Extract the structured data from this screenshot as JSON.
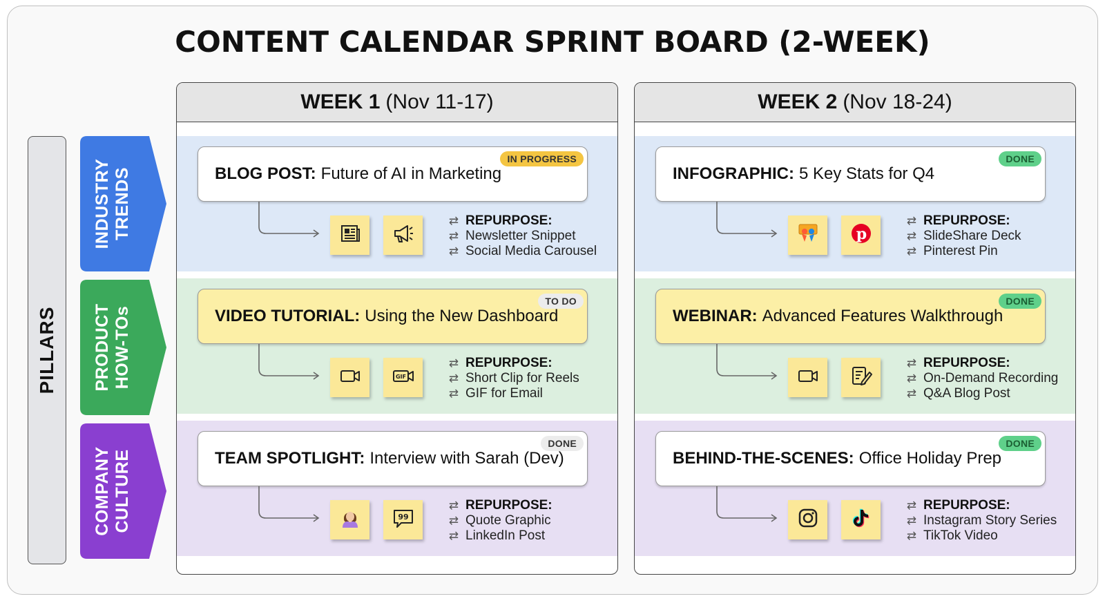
{
  "title": "CONTENT CALENDAR SPRINT BOARD (2-WEEK)",
  "pillars_label": "PILLARS",
  "pillars": [
    {
      "line1": "INDUSTRY",
      "line2": "TRENDS",
      "color": "#3f7ae3"
    },
    {
      "line1": "PRODUCT",
      "line2": "HOW-TOs",
      "color": "#3ba95b"
    },
    {
      "line1": "COMPANY",
      "line2": "CULTURE",
      "color": "#8a3fd0"
    }
  ],
  "weeks": [
    {
      "label": "WEEK 1",
      "dates": "(Nov 11-17)",
      "items": [
        {
          "type": "BLOG POST:",
          "title": "Future of AI in Marketing",
          "status": "IN PROGRESS",
          "status_color": "#f4c542",
          "icons": [
            "newspaper-icon",
            "megaphone-icon"
          ],
          "repurpose_label": "REPURPOSE:",
          "repurpose": [
            "Newsletter Snippet",
            "Social Media Carousel"
          ]
        },
        {
          "type": "VIDEO TUTORIAL:",
          "title": "Using the New Dashboard",
          "status": "TO DO",
          "status_color": "#ececec",
          "icons": [
            "video-camera-icon",
            "gif-camera-icon"
          ],
          "repurpose_label": "REPURPOSE:",
          "repurpose": [
            "Short Clip for Reels",
            "GIF for Email"
          ]
        },
        {
          "type": "TEAM SPOTLIGHT:",
          "title": "Interview with Sarah (Dev)",
          "status": "DONE",
          "status_color": "#ececec",
          "icons": [
            "person-avatar-icon",
            "quote-bubble-icon"
          ],
          "repurpose_label": "REPURPOSE:",
          "repurpose": [
            "Quote Graphic",
            "LinkedIn Post"
          ]
        }
      ]
    },
    {
      "label": "WEEK 2",
      "dates": "(Nov 18-24)",
      "items": [
        {
          "type": "INFOGRAPHIC:",
          "title": "5 Key Stats for Q4",
          "status": "DONE",
          "status_color": "#5fd08a",
          "icons": [
            "slideshare-icon",
            "pinterest-icon"
          ],
          "repurpose_label": "REPURPOSE:",
          "repurpose": [
            "SlideShare Deck",
            "Pinterest Pin"
          ]
        },
        {
          "type": "WEBINAR:",
          "title": "Advanced Features Walkthrough",
          "status": "DONE",
          "status_color": "#5fd08a",
          "icons": [
            "video-camera-icon",
            "edit-note-icon"
          ],
          "repurpose_label": "REPURPOSE:",
          "repurpose": [
            "On-Demand Recording",
            "Q&A Blog Post"
          ]
        },
        {
          "type": "BEHIND-THE-SCENES:",
          "title": "Office Holiday Prep",
          "status": "DONE",
          "status_color": "#5fd08a",
          "icons": [
            "instagram-icon",
            "tiktok-icon"
          ],
          "repurpose_label": "REPURPOSE:",
          "repurpose": [
            "Instagram Story Series",
            "TikTok Video"
          ]
        }
      ]
    }
  ],
  "colors": {
    "band_blue": "#dde8f7",
    "band_green": "#dcefdf",
    "band_purple": "#e7dff3",
    "card_yellow": "#fcefa6",
    "card_white": "#ffffff",
    "sticky": "#fbe898"
  }
}
